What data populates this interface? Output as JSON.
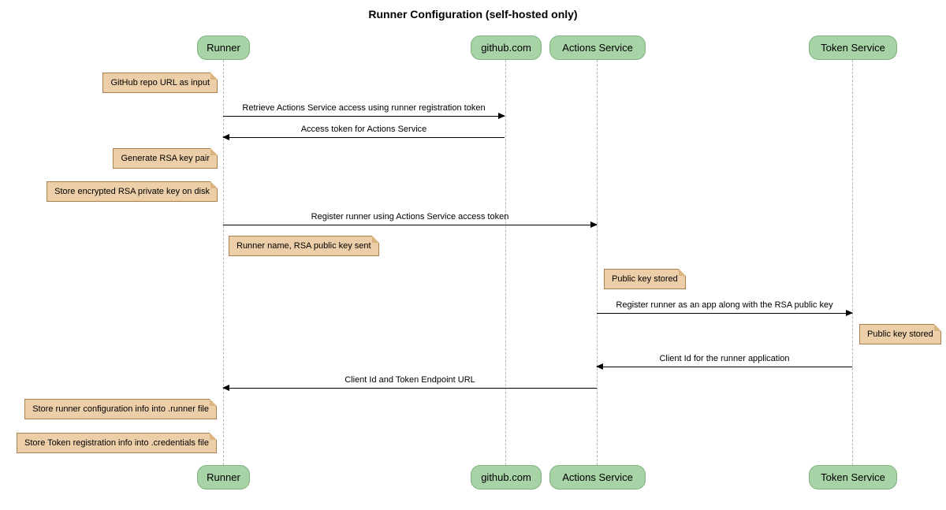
{
  "title": "Runner Configuration (self-hosted only)",
  "diagram_type": "sequence",
  "colors": {
    "participant_fill": "#A7D3A7",
    "participant_border": "#7FB27F",
    "note_fill": "#ECCFA9",
    "note_border": "#A9804C",
    "note_fold": "#D9B380",
    "lifeline_color": "#B5B5B5",
    "arrow_color": "#000000",
    "text_color": "#000000",
    "bg_color": "#FFFFFF"
  },
  "participants": [
    {
      "label": "Runner"
    },
    {
      "label": "github.com"
    },
    {
      "label": "Actions Service"
    },
    {
      "label": "Token Service"
    }
  ],
  "messages": [
    {
      "from": "Runner",
      "to": "github.com",
      "direction": "right",
      "text": "Retrieve Actions Service access using runner registration token"
    },
    {
      "from": "github.com",
      "to": "Runner",
      "direction": "left",
      "text": "Access token for Actions Service"
    },
    {
      "from": "Runner",
      "to": "Actions Service",
      "direction": "right",
      "text": "Register runner using Actions Service access token"
    },
    {
      "from": "Actions Service",
      "to": "Token Service",
      "direction": "right",
      "text": "Register runner as an app along with the RSA public key"
    },
    {
      "from": "Token Service",
      "to": "Actions Service",
      "direction": "left",
      "text": "Client Id for the runner application"
    },
    {
      "from": "Actions Service",
      "to": "Runner",
      "direction": "left",
      "text": "Client Id and Token Endpoint URL"
    }
  ],
  "notes": [
    {
      "position": "left of Runner",
      "text": "GitHub repo URL as input"
    },
    {
      "position": "left of Runner",
      "text": "Generate RSA key pair"
    },
    {
      "position": "left of Runner",
      "text": "Store encrypted RSA private key on disk"
    },
    {
      "position": "right of Runner",
      "text": "Runner name, RSA public key sent"
    },
    {
      "position": "right of Actions Service",
      "text": "Public key stored"
    },
    {
      "position": "right of Token Service",
      "text": "Public key stored"
    },
    {
      "position": "left of Runner",
      "text": "Store runner configuration info into .runner file"
    },
    {
      "position": "left of Runner",
      "text": "Store Token registration info into .credentials file"
    }
  ],
  "icons": {
    "arrowhead_right": "filled right-pointing triangle",
    "arrowhead_left": "filled left-pointing triangle",
    "note_fold": "folded page corner top-right"
  }
}
